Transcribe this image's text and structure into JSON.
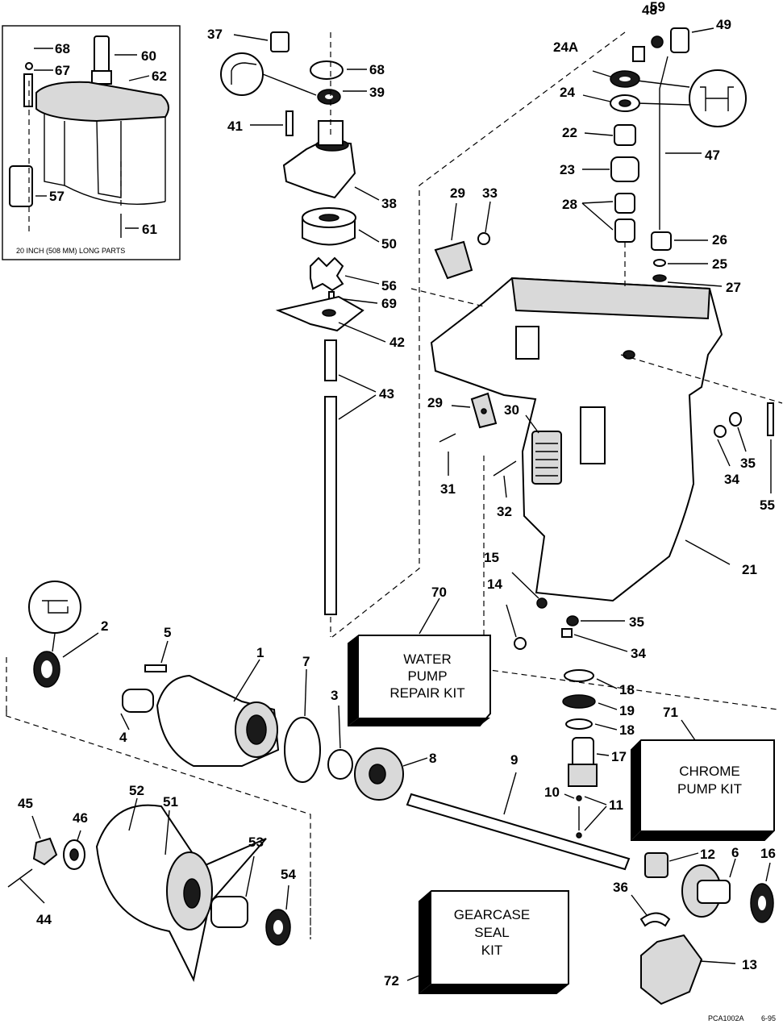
{
  "inset": {
    "caption": "20 INCH (508 MM) LONG PARTS"
  },
  "kits": {
    "water_pump": [
      "WATER",
      "PUMP",
      "REPAIR KIT"
    ],
    "chrome_pump": [
      "CHROME",
      "PUMP KIT"
    ],
    "gearcase_seal": [
      "GEARCASE",
      "SEAL",
      "KIT"
    ]
  },
  "footer": {
    "code": "PCA1002A",
    "date": "6-95"
  },
  "labels": {
    "p1": "1",
    "p2": "2",
    "p3": "3",
    "p4": "4",
    "p5": "5",
    "p6": "6",
    "p7": "7",
    "p8": "8",
    "p9": "9",
    "p10": "10",
    "p11": "11",
    "p12": "12",
    "p13": "13",
    "p14": "14",
    "p15": "15",
    "p16": "16",
    "p17": "17",
    "p18a": "18",
    "p18b": "18",
    "p19": "19",
    "p21": "21",
    "p22": "22",
    "p23": "23",
    "p24": "24",
    "p24a": "24A",
    "p25": "25",
    "p26": "26",
    "p27": "27",
    "p28": "28",
    "p29a": "29",
    "p29b": "29",
    "p30": "30",
    "p31": "31",
    "p32": "32",
    "p33": "33",
    "p34a": "34",
    "p34b": "34",
    "p35a": "35",
    "p35b": "35",
    "p36": "36",
    "p37": "37",
    "p38": "38",
    "p39": "39",
    "p41": "41",
    "p42": "42",
    "p43": "43",
    "p44": "44",
    "p45": "45",
    "p46": "46",
    "p47": "47",
    "p48": "48",
    "p49": "49",
    "p50": "50",
    "p51": "51",
    "p52": "52",
    "p53": "53",
    "p54": "54",
    "p55": "55",
    "p56": "56",
    "p57": "57",
    "p59": "59",
    "p60": "60",
    "p61": "61",
    "p62": "62",
    "p67": "67",
    "p68a": "68",
    "p68b": "68",
    "p69": "69",
    "p70": "70",
    "p71": "71",
    "p72": "72"
  }
}
